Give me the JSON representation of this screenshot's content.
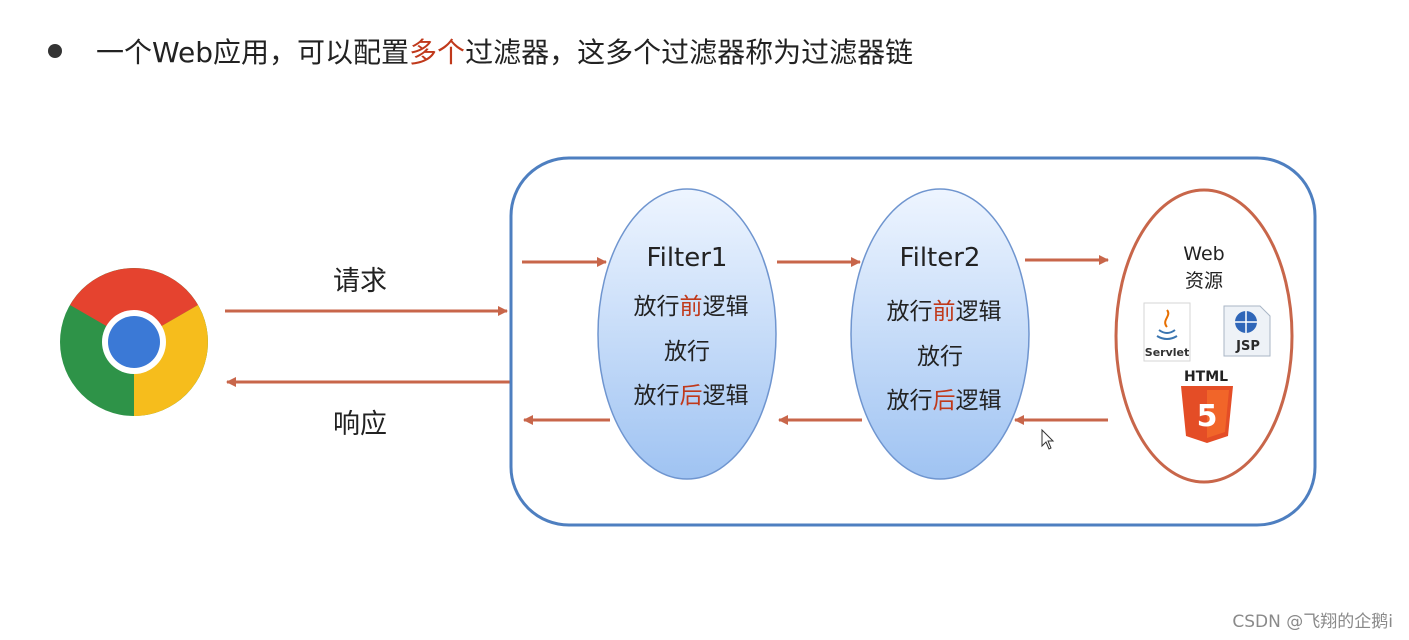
{
  "heading": {
    "prefix": "一个Web应用，可以配置",
    "highlight": "多个",
    "suffix": "过滤器，这多个过滤器称为过滤器链"
  },
  "browser": {
    "icon": "chrome-browser-icon",
    "request_label": "请求",
    "response_label": "响应"
  },
  "filters": [
    {
      "title": "Filter1",
      "line1_prefix": "放行",
      "line1_highlight": "前",
      "line1_suffix": "逻辑",
      "line2": "放行",
      "line3_prefix": "放行",
      "line3_highlight": "后",
      "line3_suffix": "逻辑"
    },
    {
      "title": "Filter2",
      "line1_prefix": "放行",
      "line1_highlight": "前",
      "line1_suffix": "逻辑",
      "line2": "放行",
      "line3_prefix": "放行",
      "line3_highlight": "后",
      "line3_suffix": "逻辑"
    }
  ],
  "resource": {
    "title_line1": "Web",
    "title_line2": "资源",
    "servlet_label": "Servlet",
    "jsp_label": "JSP",
    "html_label": "HTML",
    "html_badge": "5"
  },
  "footer": {
    "watermark": "CSDN @飞翔的企鹅i"
  },
  "colors": {
    "arrow": "#c8664a",
    "container_border": "#4e7fc0",
    "resource_border": "#c8664a",
    "highlight": "#c0391b",
    "filter_top": "#eef5ff",
    "filter_bottom": "#9fc3f2"
  }
}
